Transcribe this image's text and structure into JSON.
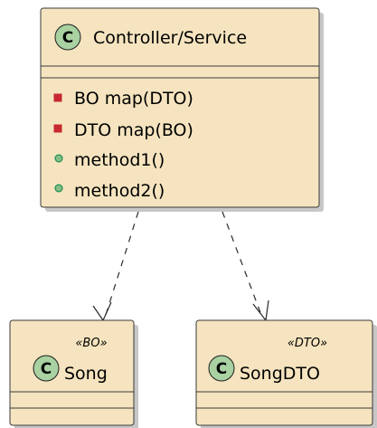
{
  "classes": {
    "controller": {
      "name": "Controller/Service",
      "icon_letter": "C",
      "members": [
        {
          "visibility": "private",
          "text": "BO map(DTO)"
        },
        {
          "visibility": "private",
          "text": "DTO map(BO)"
        },
        {
          "visibility": "public",
          "text": "method1()"
        },
        {
          "visibility": "public",
          "text": "method2()"
        }
      ]
    },
    "song": {
      "name": "Song",
      "stereotype": "«BO»",
      "icon_letter": "C"
    },
    "song_dto": {
      "name": "SongDTO",
      "stereotype": "«DTO»",
      "icon_letter": "C"
    }
  },
  "relations": [
    {
      "from": "Controller/Service",
      "to": "Song",
      "style": "dashed-arrow"
    },
    {
      "from": "Controller/Service",
      "to": "SongDTO",
      "style": "dashed-arrow"
    }
  ],
  "colors": {
    "class_fill": "#f5e4bf",
    "class_border": "#3a3a3a",
    "class_icon": "#a9d1a1",
    "private_marker": "#c82930",
    "public_marker": "#84be84"
  }
}
